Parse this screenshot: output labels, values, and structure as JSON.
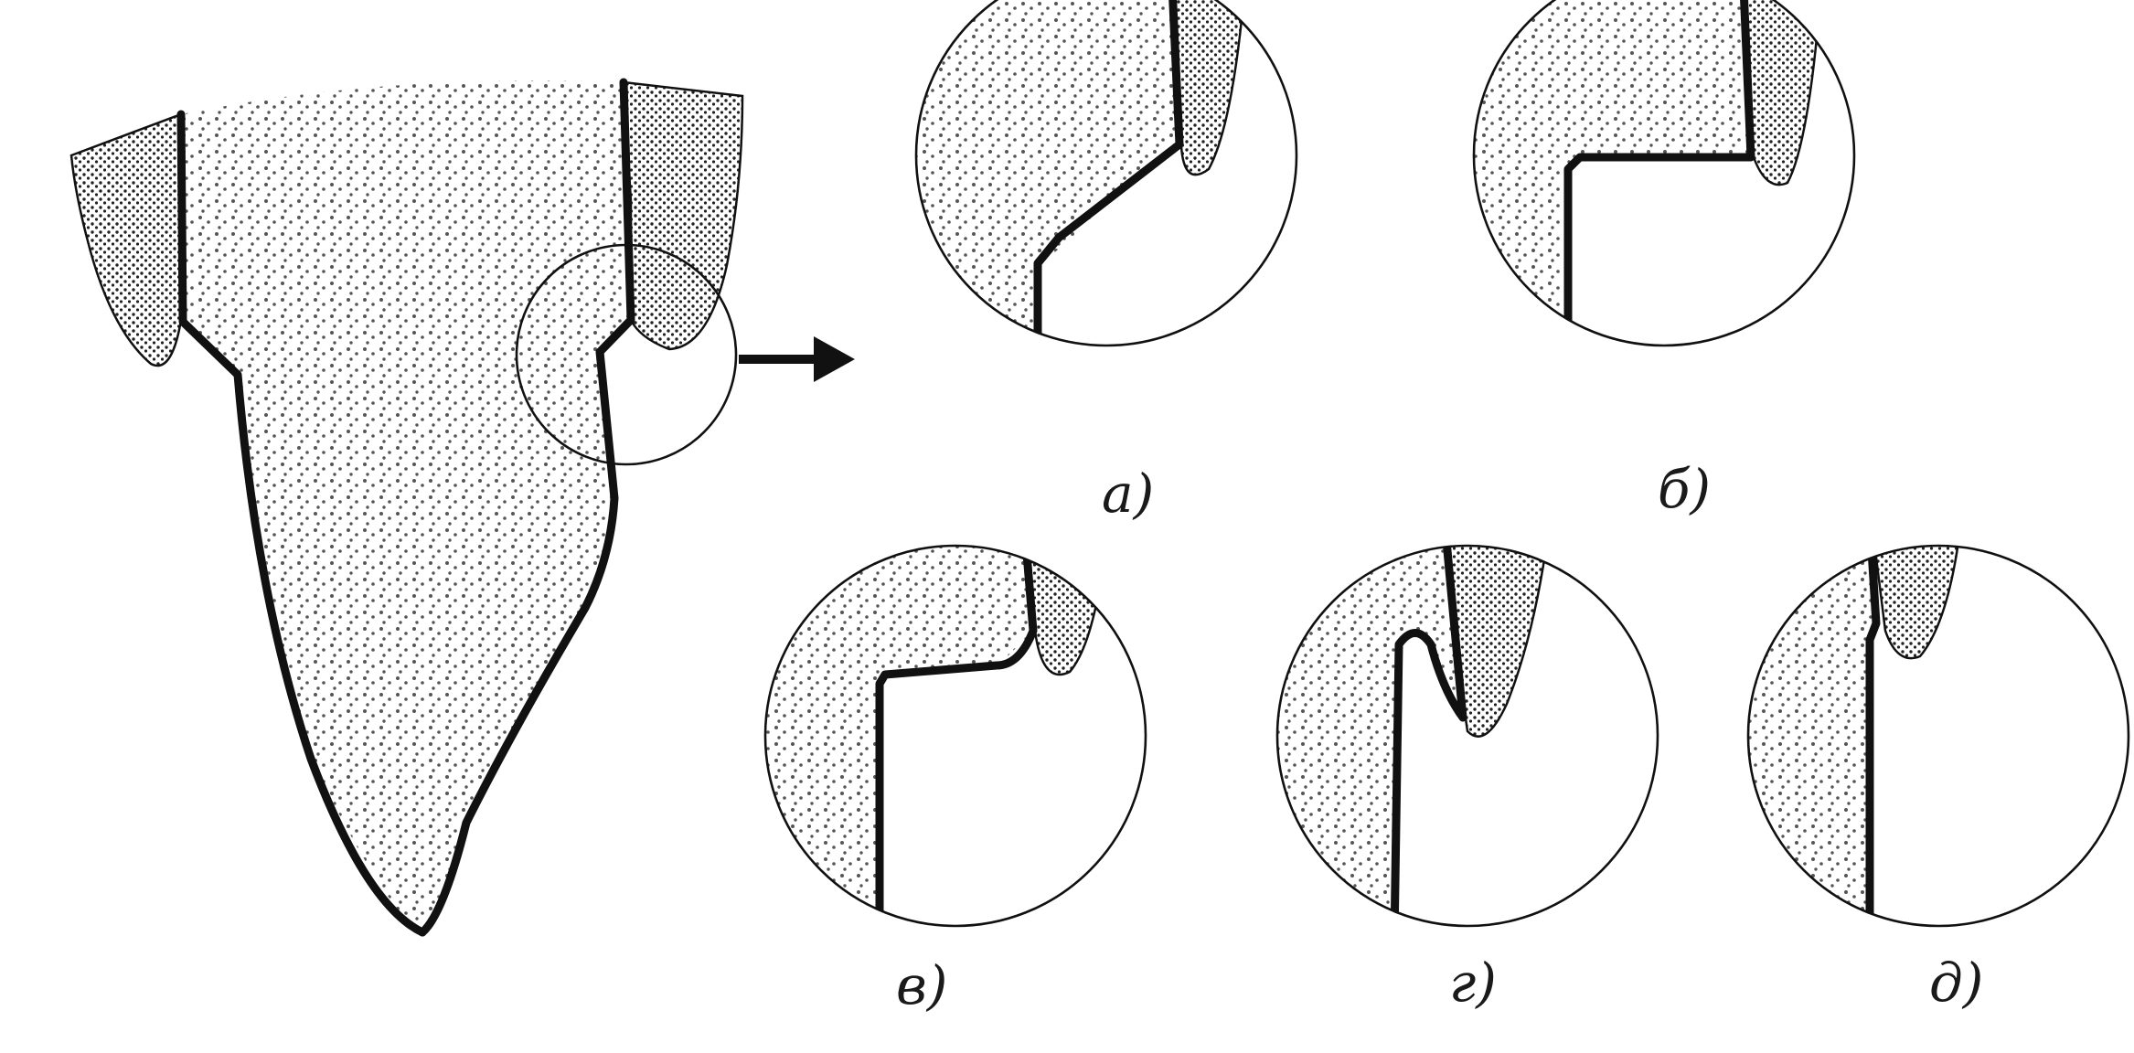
{
  "labels": {
    "a": "a)",
    "b": "б)",
    "v": "в)",
    "g": "г)",
    "d": "д)"
  },
  "colors": {
    "ink": "#111111",
    "paper": "#ffffff",
    "stipple_light": "#555555",
    "stipple_dense": "#222222"
  }
}
